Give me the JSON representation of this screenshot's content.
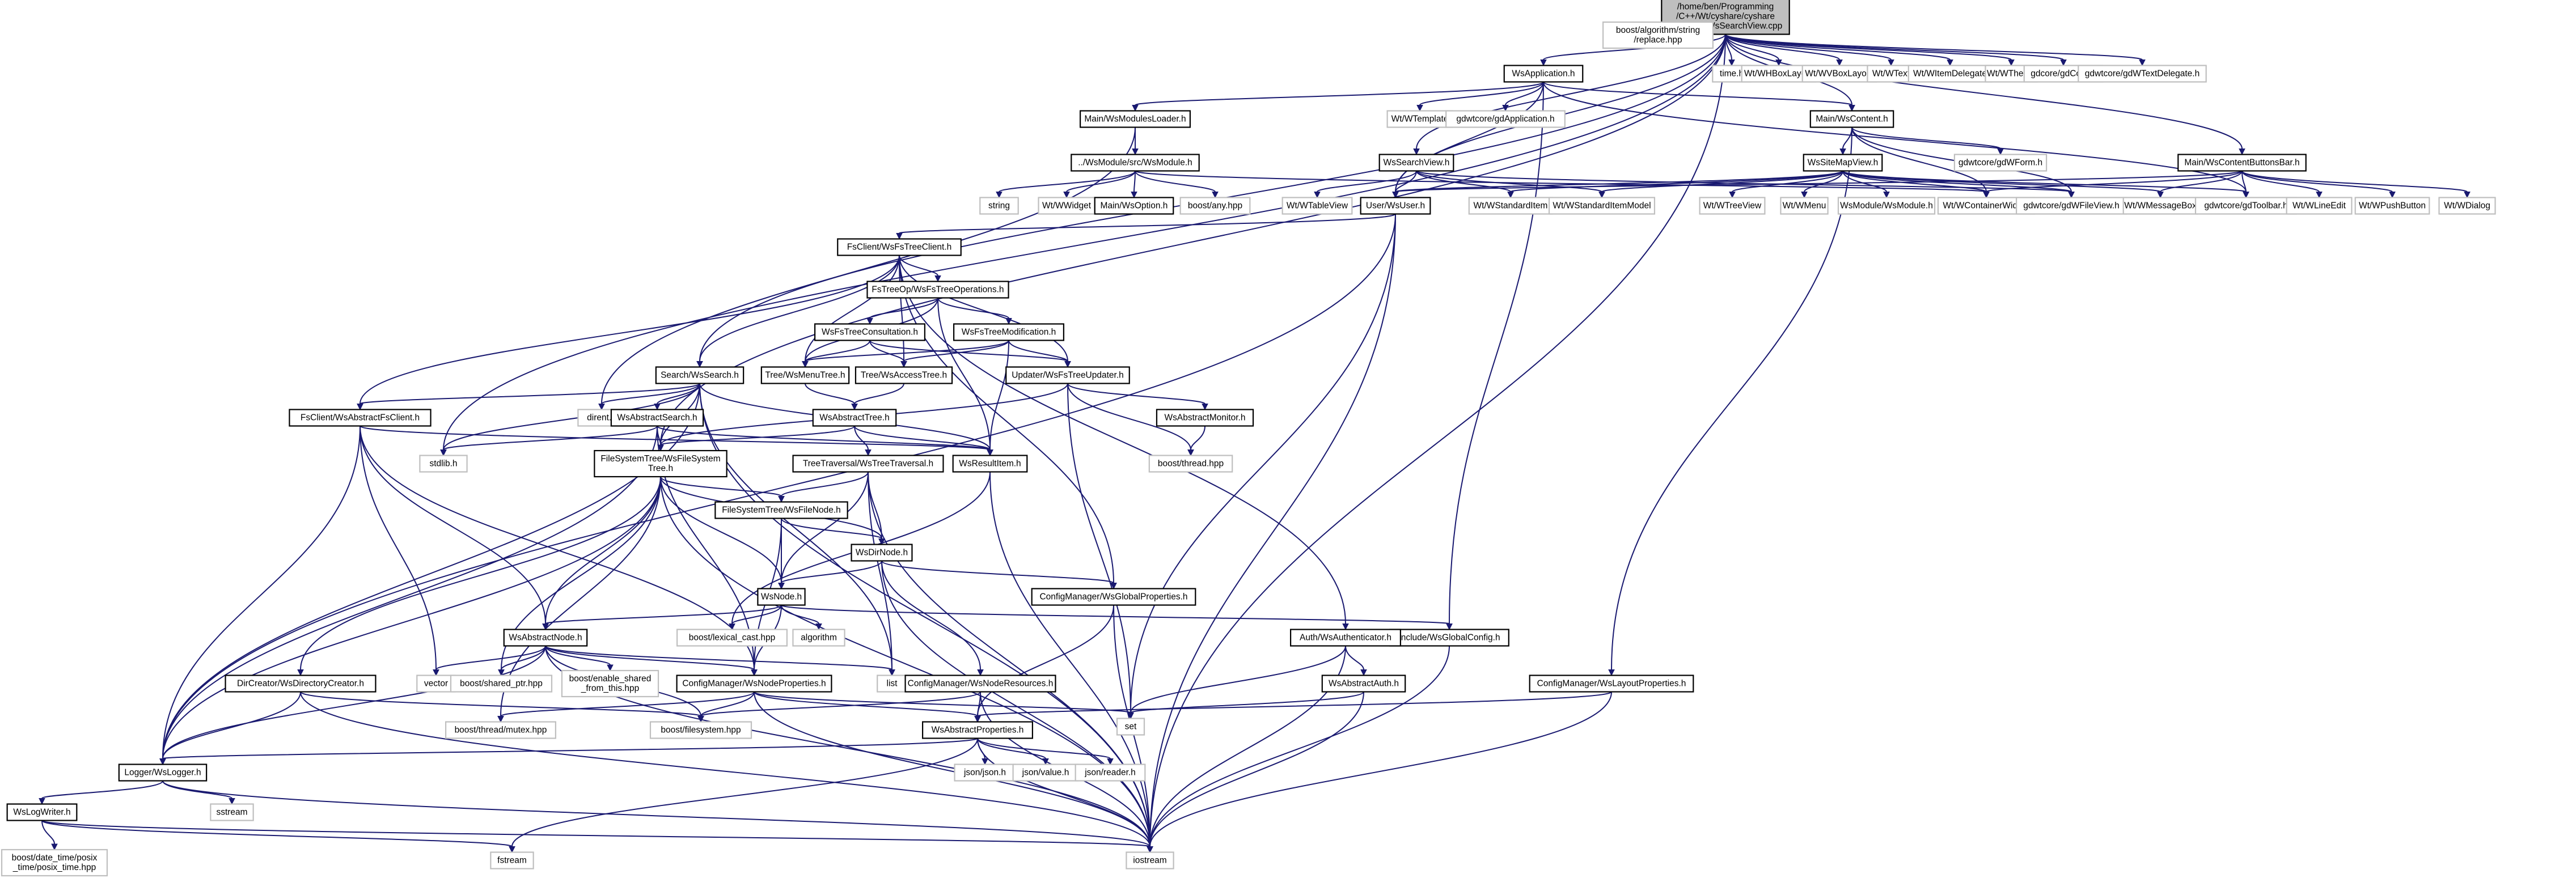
{
  "title": "/home/ben/Programming/C++/Wt/cyshare/src/Main/WsSearchView.cpp",
  "nodes": [
    {
      "id": "root",
      "root": true,
      "lines": [
        "/home/ben/Programming",
        "/C++/Wt/cyshare/cyshare",
        "/src/Main/WsSearchView.cpp"
      ]
    },
    {
      "id": "WsApplication",
      "doc": true,
      "lines": [
        "WsApplication.h"
      ]
    },
    {
      "id": "boost_replace",
      "lines": [
        "boost/algorithm/string",
        "/replace.hpp"
      ]
    },
    {
      "id": "time_h",
      "lines": [
        "time.h"
      ]
    },
    {
      "id": "WHBoxLayout",
      "lines": [
        "Wt/WHBoxLayout"
      ]
    },
    {
      "id": "WVBoxLayout",
      "lines": [
        "Wt/WVBoxLayout"
      ]
    },
    {
      "id": "WText",
      "lines": [
        "Wt/WText"
      ]
    },
    {
      "id": "WItemDelegate",
      "lines": [
        "Wt/WItemDelegate"
      ]
    },
    {
      "id": "WTheme",
      "lines": [
        "Wt/WTheme"
      ]
    },
    {
      "id": "gdCore",
      "lines": [
        "gdcore/gdCore.h"
      ]
    },
    {
      "id": "gdWTextDelegate",
      "lines": [
        "gdwtcore/gdWTextDelegate.h"
      ]
    },
    {
      "id": "WsModulesLoader",
      "doc": true,
      "lines": [
        "Main/WsModulesLoader.h"
      ]
    },
    {
      "id": "WTemplate",
      "lines": [
        "Wt/WTemplate"
      ]
    },
    {
      "id": "gdApplication",
      "lines": [
        "gdwtcore/gdApplication.h"
      ]
    },
    {
      "id": "WsContent",
      "doc": true,
      "lines": [
        "Main/WsContent.h"
      ]
    },
    {
      "id": "WsSearchView",
      "doc": true,
      "lines": [
        "WsSearchView.h"
      ]
    },
    {
      "id": "WsModule",
      "doc": true,
      "lines": [
        "../WsModule/src/WsModule.h"
      ]
    },
    {
      "id": "gdWForm",
      "lines": [
        "gdwtcore/gdWForm.h"
      ]
    },
    {
      "id": "WsSiteMapView",
      "doc": true,
      "lines": [
        "WsSiteMapView.h"
      ]
    },
    {
      "id": "WsContentButtonsBar",
      "doc": true,
      "lines": [
        "Main/WsContentButtonsBar.h"
      ]
    },
    {
      "id": "string",
      "lines": [
        "string"
      ]
    },
    {
      "id": "WWidget",
      "lines": [
        "Wt/WWidget"
      ]
    },
    {
      "id": "WsOption",
      "doc": true,
      "lines": [
        "Main/WsOption.h"
      ]
    },
    {
      "id": "boost_any",
      "lines": [
        "boost/any.hpp"
      ]
    },
    {
      "id": "WTableView",
      "lines": [
        "Wt/WTableView"
      ]
    },
    {
      "id": "User",
      "doc": true,
      "lines": [
        "User/WsUser.h"
      ]
    },
    {
      "id": "WStandardItem",
      "lines": [
        "Wt/WStandardItem"
      ]
    },
    {
      "id": "WStandardItemModel",
      "lines": [
        "Wt/WStandardItemModel"
      ]
    },
    {
      "id": "WTreeView",
      "lines": [
        "Wt/WTreeView"
      ]
    },
    {
      "id": "WMenu",
      "lines": [
        "Wt/WMenu"
      ]
    },
    {
      "id": "WsModuleH",
      "lines": [
        "WsModule/WsModule.h"
      ]
    },
    {
      "id": "WContainerWidget",
      "lines": [
        "Wt/WContainerWidget"
      ]
    },
    {
      "id": "gdWFileView",
      "lines": [
        "gdwtcore/gdWFileView.h"
      ]
    },
    {
      "id": "WMessageBox",
      "lines": [
        "Wt/WMessageBox"
      ]
    },
    {
      "id": "gdToolbar",
      "lines": [
        "gdwtcore/gdToolbar.h"
      ]
    },
    {
      "id": "WLineEdit",
      "lines": [
        "Wt/WLineEdit"
      ]
    },
    {
      "id": "WPushButton",
      "lines": [
        "Wt/WPushButton"
      ]
    },
    {
      "id": "WDialog",
      "lines": [
        "Wt/WDialog"
      ]
    },
    {
      "id": "WsFsTreeClient",
      "doc": true,
      "lines": [
        "FsClient/WsFsTreeClient.h"
      ]
    },
    {
      "id": "WsFsTreeOperations",
      "doc": true,
      "lines": [
        "FsTreeOp/WsFsTreeOperations.h"
      ]
    },
    {
      "id": "WsFsTreeConsultation",
      "doc": true,
      "lines": [
        "WsFsTreeConsultation.h"
      ]
    },
    {
      "id": "WsFsTreeModification",
      "doc": true,
      "lines": [
        "WsFsTreeModification.h"
      ]
    },
    {
      "id": "WsSearch",
      "doc": true,
      "lines": [
        "Search/WsSearch.h"
      ]
    },
    {
      "id": "WsMenuTree",
      "doc": true,
      "lines": [
        "Tree/WsMenuTree.h"
      ]
    },
    {
      "id": "WsAccessTree",
      "doc": true,
      "lines": [
        "Tree/WsAccessTree.h"
      ]
    },
    {
      "id": "WsFsTreeUpdater",
      "doc": true,
      "lines": [
        "Updater/WsFsTreeUpdater.h"
      ]
    },
    {
      "id": "dirent",
      "lines": [
        "dirent.h"
      ]
    },
    {
      "id": "WsAbstractFsClient",
      "doc": true,
      "lines": [
        "FsClient/WsAbstractFsClient.h"
      ]
    },
    {
      "id": "WsAbstractSearch",
      "doc": true,
      "lines": [
        "WsAbstractSearch.h"
      ]
    },
    {
      "id": "WsAbstractTree",
      "doc": true,
      "lines": [
        "WsAbstractTree.h"
      ]
    },
    {
      "id": "WsAbstractMonitor",
      "doc": true,
      "lines": [
        "WsAbstractMonitor.h"
      ]
    },
    {
      "id": "stdlib",
      "lines": [
        "stdlib.h"
      ]
    },
    {
      "id": "WsFileSystemTree",
      "doc": true,
      "lines": [
        "FileSystemTree/WsFileSystem",
        "Tree.h"
      ]
    },
    {
      "id": "WsResultItem",
      "doc": true,
      "lines": [
        "WsResultItem.h"
      ]
    },
    {
      "id": "WsTreeTraversal",
      "doc": true,
      "lines": [
        "TreeTraversal/WsTreeTraversal.h"
      ]
    },
    {
      "id": "boost_thread",
      "lines": [
        "boost/thread.hpp"
      ]
    },
    {
      "id": "WsFileNode",
      "doc": true,
      "lines": [
        "FileSystemTree/WsFileNode.h"
      ]
    },
    {
      "id": "WsDirNode",
      "doc": true,
      "lines": [
        "WsDirNode.h"
      ]
    },
    {
      "id": "WsGlobalProperties",
      "doc": true,
      "lines": [
        "ConfigManager/WsGlobalProperties.h"
      ]
    },
    {
      "id": "WsNode",
      "doc": true,
      "lines": [
        "WsNode.h"
      ]
    },
    {
      "id": "WsGlobalConfig",
      "doc": true,
      "lines": [
        "Include/WsGlobalConfig.h"
      ]
    },
    {
      "id": "lexical_cast",
      "lines": [
        "boost/lexical_cast.hpp"
      ]
    },
    {
      "id": "algorithm",
      "lines": [
        "algorithm"
      ]
    },
    {
      "id": "WsAbstractNode",
      "doc": true,
      "lines": [
        "WsAbstractNode.h"
      ]
    },
    {
      "id": "WsAuthenticator",
      "doc": true,
      "lines": [
        "Auth/WsAuthenticator.h"
      ]
    },
    {
      "id": "WsLayoutProperties",
      "doc": true,
      "lines": [
        "ConfigManager/WsLayoutProperties.h"
      ]
    },
    {
      "id": "vector",
      "lines": [
        "vector"
      ]
    },
    {
      "id": "shared_ptr",
      "lines": [
        "boost/shared_ptr.hpp"
      ]
    },
    {
      "id": "enable_shared",
      "lines": [
        "boost/enable_shared",
        "_from_this.hpp"
      ]
    },
    {
      "id": "WsNodeProperties",
      "doc": true,
      "lines": [
        "ConfigManager/WsNodeProperties.h"
      ]
    },
    {
      "id": "list",
      "lines": [
        "list"
      ]
    },
    {
      "id": "WsDirectoryCreator",
      "doc": true,
      "lines": [
        "DirCreator/WsDirectoryCreator.h"
      ]
    },
    {
      "id": "WsNodeResources",
      "doc": true,
      "lines": [
        "ConfigManager/WsNodeResources.h"
      ]
    },
    {
      "id": "WsAbstractAuth",
      "doc": true,
      "lines": [
        "WsAbstractAuth.h"
      ]
    },
    {
      "id": "set",
      "lines": [
        "set"
      ]
    },
    {
      "id": "thread_mutex",
      "lines": [
        "boost/thread/mutex.hpp"
      ]
    },
    {
      "id": "boost_filesystem",
      "lines": [
        "boost/filesystem.hpp"
      ]
    },
    {
      "id": "WsAbstractProperties",
      "doc": true,
      "lines": [
        "WsAbstractProperties.h"
      ]
    },
    {
      "id": "WsLogger",
      "doc": true,
      "lines": [
        "Logger/WsLogger.h"
      ]
    },
    {
      "id": "json_json",
      "lines": [
        "json/json.h"
      ]
    },
    {
      "id": "json_value",
      "lines": [
        "json/value.h"
      ]
    },
    {
      "id": "json_reader",
      "lines": [
        "json/reader.h"
      ]
    },
    {
      "id": "sstream",
      "lines": [
        "sstream"
      ]
    },
    {
      "id": "WsLogWriter",
      "doc": true,
      "lines": [
        "WsLogWriter.h"
      ]
    },
    {
      "id": "posix_time",
      "lines": [
        "boost/date_time/posix",
        "_time/posix_time.hpp"
      ]
    },
    {
      "id": "fstream",
      "lines": [
        "fstream"
      ]
    },
    {
      "id": "iostream",
      "lines": [
        "iostream"
      ]
    }
  ],
  "edges": [
    [
      "root",
      "WsApplication"
    ],
    [
      "root",
      "boost_replace"
    ],
    [
      "root",
      "time_h"
    ],
    [
      "root",
      "WHBoxLayout"
    ],
    [
      "root",
      "WVBoxLayout"
    ],
    [
      "root",
      "WText"
    ],
    [
      "root",
      "WItemDelegate"
    ],
    [
      "root",
      "WTheme"
    ],
    [
      "root",
      "gdCore"
    ],
    [
      "root",
      "gdWTextDelegate"
    ],
    [
      "root",
      "WsSearchView"
    ],
    [
      "root",
      "WsSearch"
    ],
    [
      "root",
      "WsFileSystemTree"
    ],
    [
      "root",
      "stdlib"
    ],
    [
      "root",
      "User"
    ],
    [
      "root",
      "WsContent"
    ],
    [
      "root",
      "WsContentButtonsBar"
    ],
    [
      "root",
      "iostream"
    ],
    [
      "WsApplication",
      "WsModulesLoader"
    ],
    [
      "WsApplication",
      "WTemplate"
    ],
    [
      "WsApplication",
      "gdApplication"
    ],
    [
      "WsApplication",
      "WsContent"
    ],
    [
      "WsApplication",
      "User"
    ],
    [
      "WsApplication",
      "WsGlobalConfig"
    ],
    [
      "WsApplication",
      "gdToolbar"
    ],
    [
      "WsModulesLoader",
      "WsModule"
    ],
    [
      "WsModulesLoader",
      "dirent"
    ],
    [
      "WsModule",
      "string"
    ],
    [
      "WsModule",
      "WWidget"
    ],
    [
      "WsModule",
      "WsOption"
    ],
    [
      "WsModule",
      "boost_any"
    ],
    [
      "WsModule",
      "WContainerWidget"
    ],
    [
      "WsContent",
      "gdWForm"
    ],
    [
      "WsContent",
      "WsSiteMapView"
    ],
    [
      "WsContent",
      "WContainerWidget"
    ],
    [
      "WsContent",
      "gdWFileView"
    ],
    [
      "WsContent",
      "WsLayoutProperties"
    ],
    [
      "WsSearchView",
      "WTableView"
    ],
    [
      "WsSearchView",
      "User"
    ],
    [
      "WsSearchView",
      "WStandardItem"
    ],
    [
      "WsSearchView",
      "WStandardItemModel"
    ],
    [
      "WsSearchView",
      "gdWFileView"
    ],
    [
      "WsSiteMapView",
      "User"
    ],
    [
      "WsSiteMapView",
      "WStandardItem"
    ],
    [
      "WsSiteMapView",
      "WStandardItemModel"
    ],
    [
      "WsSiteMapView",
      "WTreeView"
    ],
    [
      "WsSiteMapView",
      "WMenu"
    ],
    [
      "WsSiteMapView",
      "WsModuleH"
    ],
    [
      "WsSiteMapView",
      "WContainerWidget"
    ],
    [
      "WsSiteMapView",
      "gdWFileView"
    ],
    [
      "WsSiteMapView",
      "WMessageBox"
    ],
    [
      "WsSiteMapView",
      "gdToolbar"
    ],
    [
      "WsContentButtonsBar",
      "WContainerWidget"
    ],
    [
      "WsContentButtonsBar",
      "WMessageBox"
    ],
    [
      "WsContentButtonsBar",
      "gdToolbar"
    ],
    [
      "WsContentButtonsBar",
      "WLineEdit"
    ],
    [
      "WsContentButtonsBar",
      "WPushButton"
    ],
    [
      "WsContentButtonsBar",
      "WDialog"
    ],
    [
      "WsContentButtonsBar",
      "User"
    ],
    [
      "User",
      "WsFsTreeClient"
    ],
    [
      "User",
      "set"
    ],
    [
      "User",
      "iostream"
    ],
    [
      "User",
      "WsLogger"
    ],
    [
      "WsFsTreeClient",
      "WsFsTreeOperations"
    ],
    [
      "WsFsTreeClient",
      "WsSearch"
    ],
    [
      "WsFsTreeClient",
      "WsMenuTree"
    ],
    [
      "WsFsTreeClient",
      "WsAccessTree"
    ],
    [
      "WsFsTreeClient",
      "WsFsTreeUpdater"
    ],
    [
      "WsFsTreeClient",
      "WsAbstractFsClient"
    ],
    [
      "WsFsTreeClient",
      "WsAuthenticator"
    ],
    [
      "WsFsTreeClient",
      "WsGlobalProperties"
    ],
    [
      "WsFsTreeOperations",
      "WsFsTreeConsultation"
    ],
    [
      "WsFsTreeOperations",
      "WsFsTreeModification"
    ],
    [
      "WsFsTreeOperations",
      "WsMenuTree"
    ],
    [
      "WsFsTreeOperations",
      "WsResultItem"
    ],
    [
      "WsFsTreeConsultation",
      "WsMenuTree"
    ],
    [
      "WsFsTreeConsultation",
      "WsAccessTree"
    ],
    [
      "WsFsTreeConsultation",
      "WsFsTreeUpdater"
    ],
    [
      "WsFsTreeModification",
      "WsMenuTree"
    ],
    [
      "WsFsTreeModification",
      "WsAccessTree"
    ],
    [
      "WsFsTreeModification",
      "WsFsTreeUpdater"
    ],
    [
      "WsFsTreeModification",
      "WsResultItem"
    ],
    [
      "WsSearch",
      "dirent"
    ],
    [
      "WsSearch",
      "WsAbstractFsClient"
    ],
    [
      "WsSearch",
      "WsAbstractSearch"
    ],
    [
      "WsSearch",
      "stdlib"
    ],
    [
      "WsSearch",
      "WsFileSystemTree"
    ],
    [
      "WsSearch",
      "WsResultItem"
    ],
    [
      "WsSearch",
      "list"
    ],
    [
      "WsSearch",
      "WsLogger"
    ],
    [
      "WsSearch",
      "iostream"
    ],
    [
      "WsMenuTree",
      "WsAbstractTree"
    ],
    [
      "WsAccessTree",
      "WsAbstractTree"
    ],
    [
      "WsFsTreeUpdater",
      "WsAbstractMonitor"
    ],
    [
      "WsFsTreeUpdater",
      "boost_thread"
    ],
    [
      "WsFsTreeUpdater",
      "WsFileSystemTree"
    ],
    [
      "WsFsTreeUpdater",
      "set"
    ],
    [
      "WsAbstractMonitor",
      "boost_thread"
    ],
    [
      "WsAbstractFsClient",
      "WsResultItem"
    ],
    [
      "WsAbstractFsClient",
      "WsAbstractNode"
    ],
    [
      "WsAbstractFsClient",
      "vector"
    ],
    [
      "WsAbstractFsClient",
      "WsNodeProperties"
    ],
    [
      "WsAbstractFsClient",
      "WsLogger"
    ],
    [
      "WsAbstractSearch",
      "WsFileSystemTree"
    ],
    [
      "WsAbstractSearch",
      "WsResultItem"
    ],
    [
      "WsAbstractSearch",
      "stdlib"
    ],
    [
      "WsAbstractSearch",
      "WsNodeProperties"
    ],
    [
      "WsAbstractSearch",
      "WsLogger"
    ],
    [
      "WsAbstractTree",
      "WsFileSystemTree"
    ],
    [
      "WsAbstractTree",
      "WsTreeTraversal"
    ],
    [
      "WsAbstractTree",
      "WsResultItem"
    ],
    [
      "WsFileSystemTree",
      "WsFileNode"
    ],
    [
      "WsFileSystemTree",
      "WsDirNode"
    ],
    [
      "WsFileSystemTree",
      "WsNode"
    ],
    [
      "WsFileSystemTree",
      "WsAbstractNode"
    ],
    [
      "WsFileSystemTree",
      "shared_ptr"
    ],
    [
      "WsFileSystemTree",
      "thread_mutex"
    ],
    [
      "WsFileSystemTree",
      "WsLogger"
    ],
    [
      "WsFileSystemTree",
      "WsDirectoryCreator"
    ],
    [
      "WsFileSystemTree",
      "iostream"
    ],
    [
      "WsResultItem",
      "lexical_cast"
    ],
    [
      "WsResultItem",
      "iostream"
    ],
    [
      "WsTreeTraversal",
      "WsFileNode"
    ],
    [
      "WsTreeTraversal",
      "WsDirNode"
    ],
    [
      "WsTreeTraversal",
      "WsNode"
    ],
    [
      "WsTreeTraversal",
      "list"
    ],
    [
      "WsTreeTraversal",
      "iostream"
    ],
    [
      "WsFileNode",
      "WsDirNode"
    ],
    [
      "WsFileNode",
      "WsNode"
    ],
    [
      "WsFileNode",
      "WsNodeProperties"
    ],
    [
      "WsDirNode",
      "WsNode"
    ],
    [
      "WsDirNode",
      "WsGlobalProperties"
    ],
    [
      "WsDirNode",
      "WsNodeResources"
    ],
    [
      "WsDirNode",
      "iostream"
    ],
    [
      "WsGlobalProperties",
      "WsAbstractProperties"
    ],
    [
      "WsGlobalProperties",
      "iostream"
    ],
    [
      "WsNode",
      "WsAbstractNode"
    ],
    [
      "WsNode",
      "lexical_cast"
    ],
    [
      "WsNode",
      "algorithm"
    ],
    [
      "WsNode",
      "WsGlobalConfig"
    ],
    [
      "WsNode",
      "WsNodeProperties"
    ],
    [
      "WsGlobalConfig",
      "iostream"
    ],
    [
      "WsAbstractNode",
      "vector"
    ],
    [
      "WsAbstractNode",
      "shared_ptr"
    ],
    [
      "WsAbstractNode",
      "enable_shared"
    ],
    [
      "WsAbstractNode",
      "WsNodeProperties"
    ],
    [
      "WsAbstractNode",
      "list"
    ],
    [
      "WsAbstractNode",
      "boost_filesystem"
    ],
    [
      "WsAbstractNode",
      "WsLogger"
    ],
    [
      "WsAbstractNode",
      "iostream"
    ],
    [
      "WsAuthenticator",
      "WsAbstractAuth"
    ],
    [
      "WsAuthenticator",
      "set"
    ],
    [
      "WsAuthenticator",
      "iostream"
    ],
    [
      "WsAbstractAuth",
      "set"
    ],
    [
      "WsAbstractAuth",
      "iostream"
    ],
    [
      "WsLayoutProperties",
      "WsAbstractProperties"
    ],
    [
      "WsLayoutProperties",
      "iostream"
    ],
    [
      "WsNodeProperties",
      "WsAbstractProperties"
    ],
    [
      "WsNodeProperties",
      "boost_filesystem"
    ],
    [
      "WsNodeProperties",
      "thread_mutex"
    ],
    [
      "WsNodeProperties",
      "set"
    ],
    [
      "WsNodeProperties",
      "iostream"
    ],
    [
      "WsDirectoryCreator",
      "WsLogger"
    ],
    [
      "WsDirectoryCreator",
      "boost_filesystem"
    ],
    [
      "WsDirectoryCreator",
      "iostream"
    ],
    [
      "WsNodeResources",
      "WsAbstractProperties"
    ],
    [
      "WsNodeResources",
      "boost_filesystem"
    ],
    [
      "WsNodeResources",
      "iostream"
    ],
    [
      "WsAbstractProperties",
      "json_json"
    ],
    [
      "WsAbstractProperties",
      "json_value"
    ],
    [
      "WsAbstractProperties",
      "json_reader"
    ],
    [
      "WsAbstractProperties",
      "WsLogger"
    ],
    [
      "WsAbstractProperties",
      "fstream"
    ],
    [
      "WsAbstractProperties",
      "iostream"
    ],
    [
      "WsLogger",
      "sstream"
    ],
    [
      "WsLogger",
      "WsLogWriter"
    ],
    [
      "WsLogger",
      "iostream"
    ],
    [
      "WsLogWriter",
      "posix_time"
    ],
    [
      "WsLogWriter",
      "fstream"
    ],
    [
      "WsLogWriter",
      "iostream"
    ]
  ]
}
